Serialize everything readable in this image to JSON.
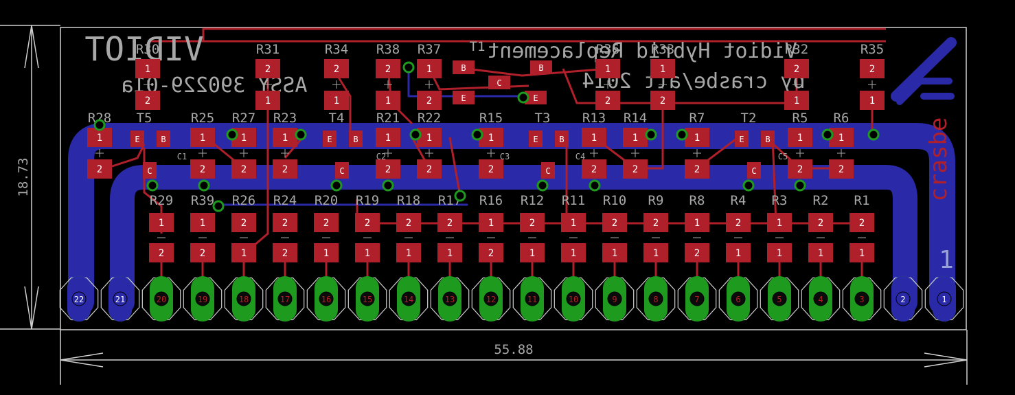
{
  "colors": {
    "background": "#000000",
    "top_copper": "#b0202a",
    "bottom_copper": "#2a2aa8",
    "pad_green": "#1e9a1e",
    "silk": "#a8a8a8",
    "outline": "#cfcfcf"
  },
  "dimensions": {
    "width_label": "55.88",
    "height_label": "18.73"
  },
  "silkscreen": {
    "title_left": "VIDIOT",
    "assy_code": "ASSY 390229-01a",
    "replacement_line": "Vidiot Hybrid Replacement",
    "credit_line": "by crasbe/alt 2014",
    "logo_text": "crasbe",
    "pin_one_marker": "1"
  },
  "resistors_top": [
    "R30",
    "R31",
    "R34",
    "R38",
    "R37",
    "R36",
    "R33",
    "R32",
    "R35"
  ],
  "transistors_top": [
    "T1"
  ],
  "row_mid_labels": [
    "R28",
    "T5",
    "R25",
    "R27",
    "R23",
    "T4",
    "R21",
    "R22",
    "R15",
    "T3",
    "R13",
    "R14",
    "R7",
    "T2",
    "R5",
    "R6"
  ],
  "row_low_labels": [
    "R29",
    "R39",
    "R26",
    "R24",
    "R20",
    "R19",
    "R18",
    "R17",
    "R16",
    "R12",
    "R11",
    "R10",
    "R9",
    "R8",
    "R4",
    "R3",
    "R2",
    "R1"
  ],
  "capacitor_labels": [
    "C1",
    "C2",
    "C3",
    "C4",
    "C5"
  ],
  "transistor_pins": {
    "base": "B",
    "collector": "C",
    "emitter": "E"
  },
  "edge_connector": {
    "pins": [
      "22",
      "21",
      "20",
      "19",
      "18",
      "17",
      "16",
      "15",
      "14",
      "13",
      "12",
      "11",
      "10",
      "9",
      "8",
      "7",
      "6",
      "5",
      "4",
      "3",
      "2",
      "1"
    ]
  }
}
